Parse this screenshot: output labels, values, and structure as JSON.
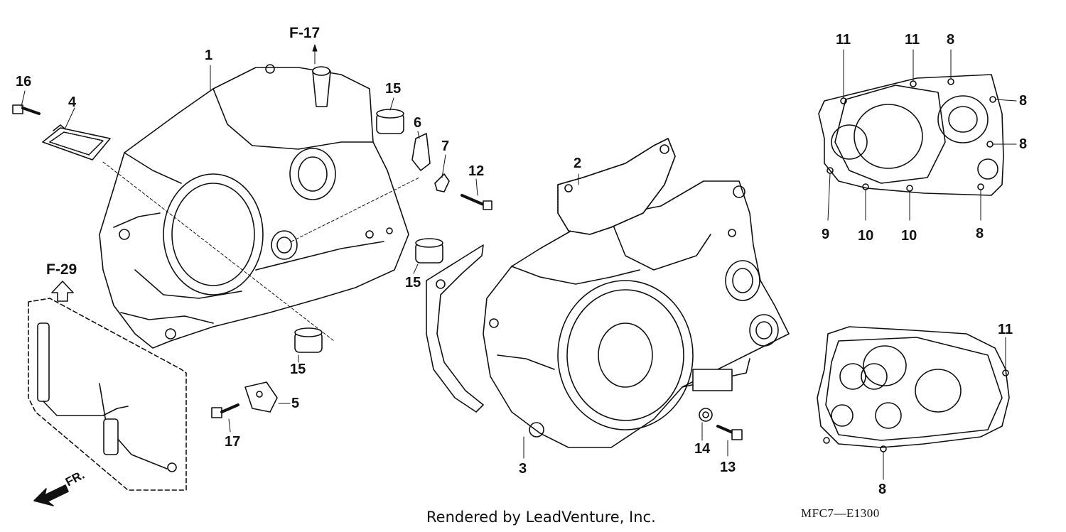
{
  "references": {
    "top": "F-17",
    "left": "F-29"
  },
  "direction_label": "FR.",
  "footer": "Rendered by LeadVenture, Inc.",
  "diagram_code": "MFC7—E1300",
  "callouts": {
    "c1": "1",
    "c2": "2",
    "c3": "3",
    "c4": "4",
    "c5": "5",
    "c6": "6",
    "c7": "7",
    "c12": "12",
    "c13": "13",
    "c14": "14",
    "c15a": "15",
    "c15b": "15",
    "c15c": "15",
    "c16": "16",
    "c17": "17",
    "r_11a": "11",
    "r_11b": "11",
    "r_8a": "8",
    "r_8b": "8",
    "r_8c": "8",
    "r_8d": "8",
    "r_9": "9",
    "r_10a": "10",
    "r_10b": "10",
    "r_11c": "11",
    "r_8e": "8"
  }
}
